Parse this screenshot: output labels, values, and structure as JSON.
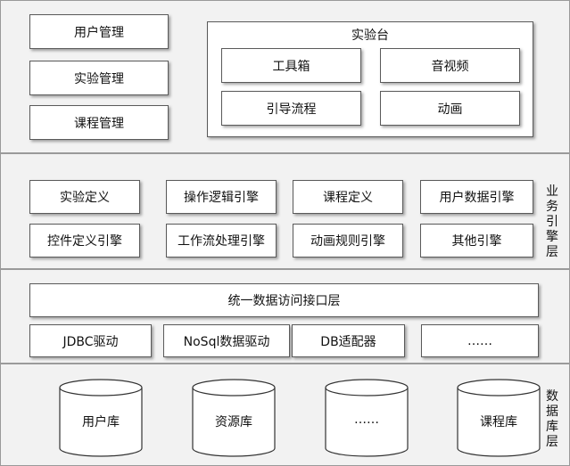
{
  "app_layer": {
    "modules": [
      "用户管理",
      "实验管理",
      "课程管理"
    ],
    "workbench": {
      "title": "实验台",
      "items": [
        "工具箱",
        "音视频",
        "引导流程",
        "动画"
      ]
    }
  },
  "engine_layer": {
    "label": "业务引擎层",
    "row1": [
      "实验定义",
      "操作逻辑引擎",
      "课程定义",
      "用户数据引擎"
    ],
    "row2": [
      "控件定义引擎",
      "工作流处理引擎",
      "动画规则引擎",
      "其他引擎"
    ]
  },
  "access_layer": {
    "title": "统一数据访问接口层",
    "drivers": [
      "JDBC驱动",
      "NoSql数据驱动",
      "DB适配器",
      "……"
    ]
  },
  "db_layer": {
    "label": "数据库层",
    "databases": [
      "用户库",
      "资源库",
      "……",
      "课程库"
    ]
  },
  "colors": {
    "layer_bg": "#f2f2f2",
    "border": "#5a5a5a",
    "box_bg": "#ffffff"
  }
}
